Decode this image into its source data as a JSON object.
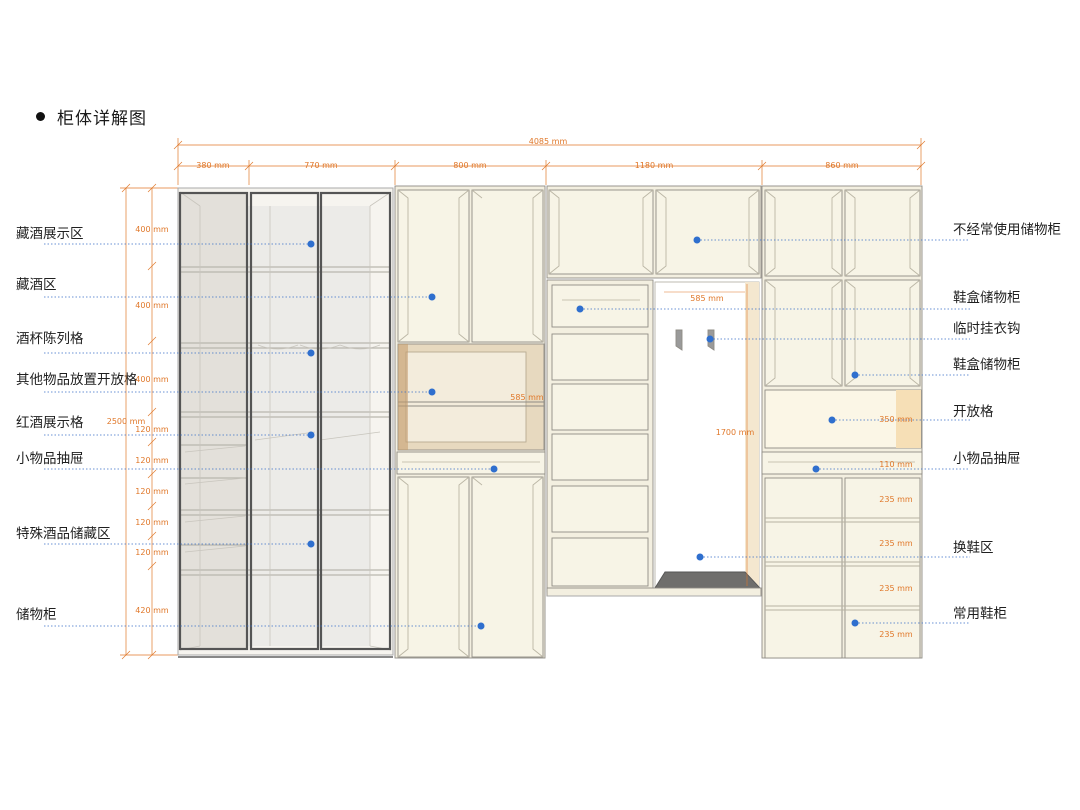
{
  "title": "柜体详解图",
  "dims": {
    "total": "4085 mm",
    "widths": [
      "380 mm",
      "770 mm",
      "800 mm",
      "1180 mm",
      "860 mm"
    ],
    "total_height": "2500 mm",
    "left_heights": [
      "400 mm",
      "400 mm",
      "400 mm",
      "120 mm",
      "120 mm",
      "120 mm",
      "120 mm",
      "120 mm",
      "420 mm"
    ],
    "opening_width": "585 mm",
    "opening_height": "1700 mm",
    "shelf_height": "585 mm",
    "right_heights": [
      "350 mm",
      "110 mm",
      "235 mm",
      "235 mm",
      "235 mm",
      "235 mm"
    ]
  },
  "left_labels": [
    "藏酒展示区",
    "藏酒区",
    "酒杯陈列格",
    "其他物品放置开放格",
    "红酒展示格",
    "小物品抽屉",
    "特殊酒品储藏区",
    "储物柜"
  ],
  "right_labels": [
    "不经常使用储物柜",
    "鞋盒储物柜",
    "临时挂衣钩",
    "鞋盒储物柜",
    "开放格",
    "小物品抽屉",
    "换鞋区",
    "常用鞋柜"
  ],
  "colors": {
    "accent": "#e0782a",
    "marker": "#2f6fce",
    "leader": "#3a6fc7"
  }
}
